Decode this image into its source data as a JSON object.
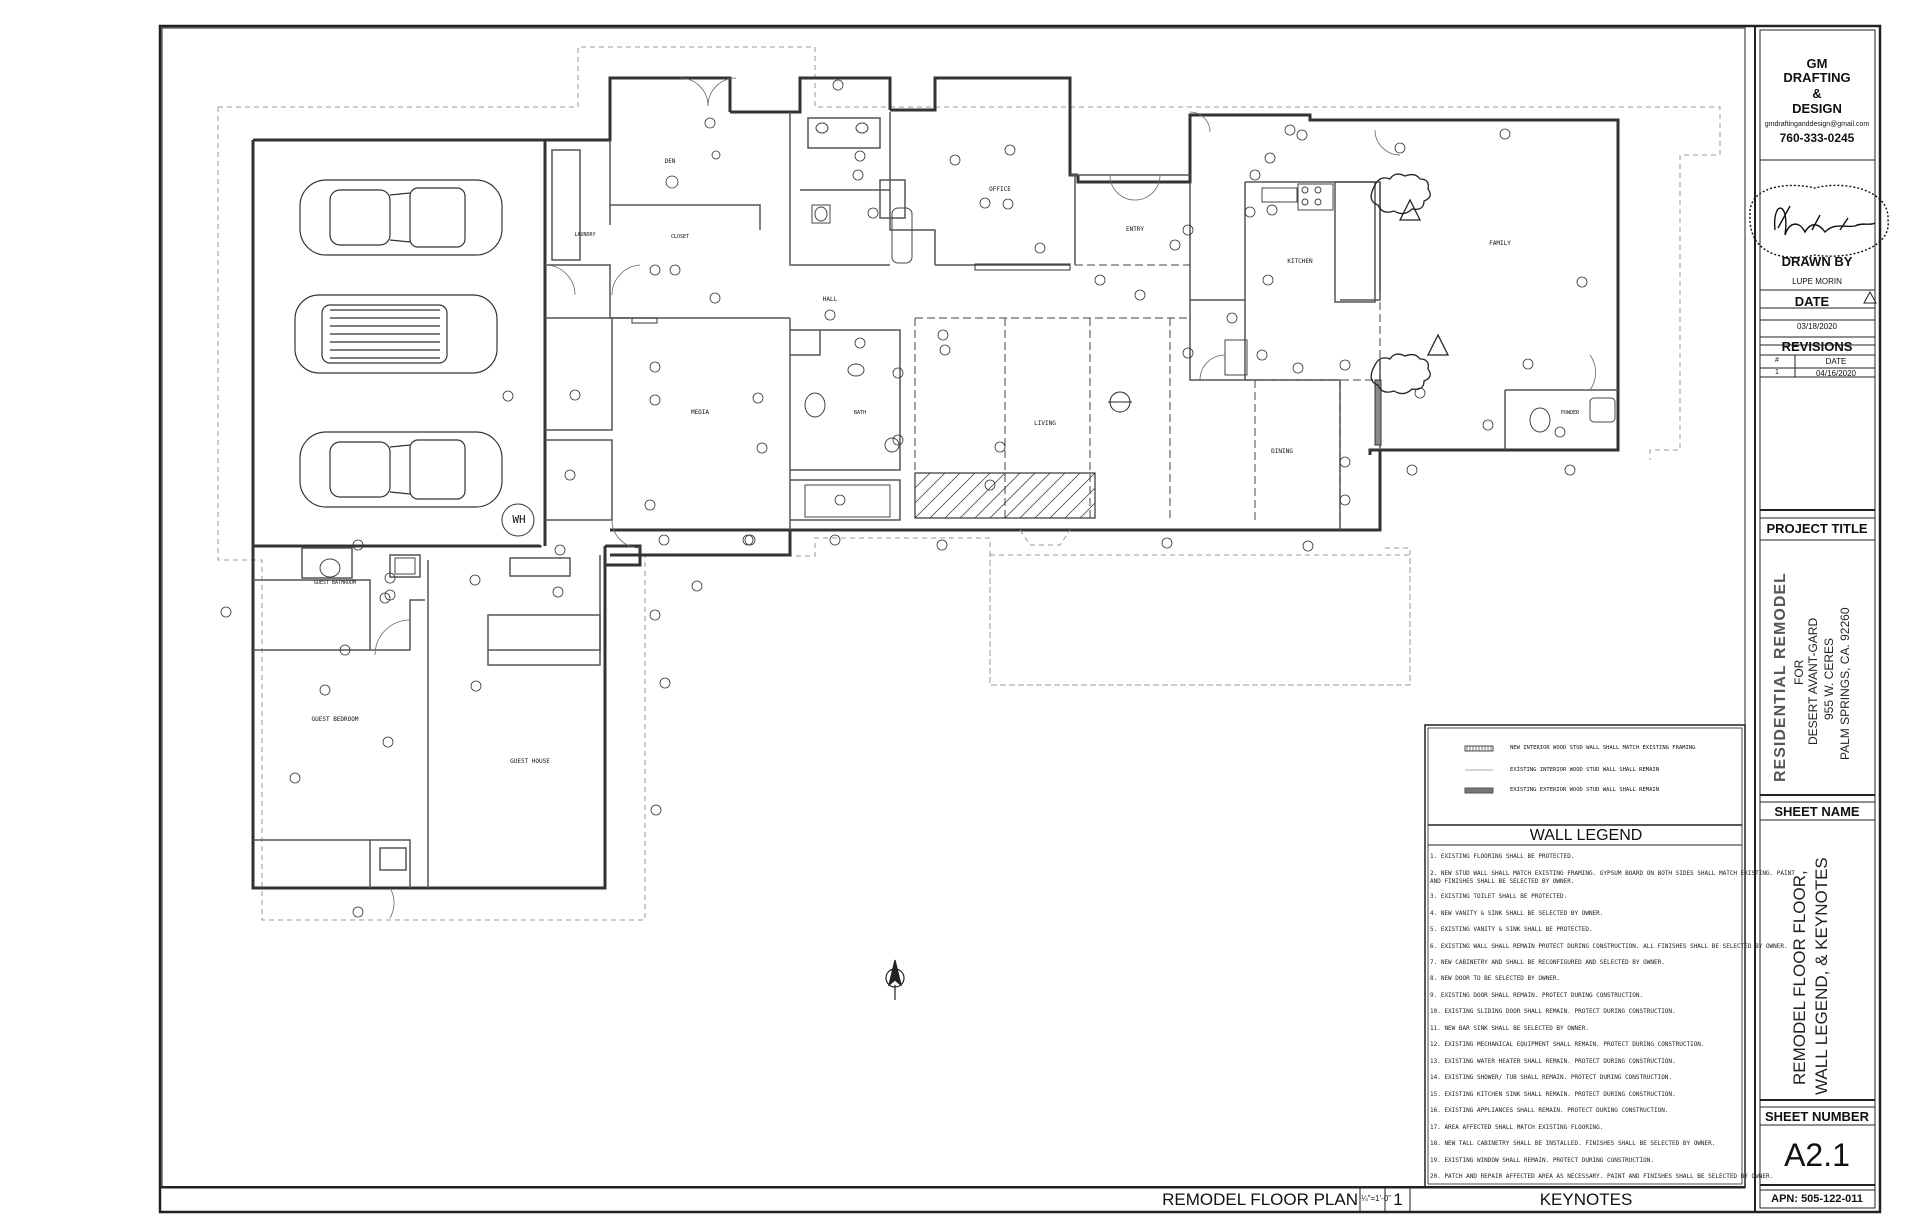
{
  "title_block": {
    "company_line1": "GM",
    "company_line2": "DRAFTING",
    "company_line3": "&",
    "company_line4": "DESIGN",
    "email": "gmdraftinganddesign@gmail.com",
    "phone": "760-333-0245",
    "drawn_by_label": "DRAWN BY",
    "drawn_by_value": "LUPE MORIN",
    "date_label": "DATE",
    "date_value": "03/18/2020",
    "revisions_label": "REVISIONS",
    "rev_col_num": "#",
    "rev_col_date": "DATE",
    "rev1_num": "1",
    "rev1_date": "04/16/2020",
    "project_title_label": "PROJECT TITLE",
    "project_line1": "RESIDENTIAL REMODEL",
    "project_line2": "FOR",
    "project_line3": "DESERT AVANT-GARD",
    "project_line4": "955 W. CERES",
    "project_line5": "PALM SPRINGS, CA. 92260",
    "sheet_name_label": "SHEET NAME",
    "sheet_name_line1": "REMODEL FLOOR FLOOR,",
    "sheet_name_line2": "WALL LEGEND, & KEYNOTES",
    "sheet_number_label": "SHEET NUMBER",
    "sheet_number": "A2.1",
    "apn": "APN: 505-122-011"
  },
  "footer": {
    "plan_title": "REMODEL FLOOR PLAN",
    "scale": "¼\"=1'-0\"",
    "detail_number": "1",
    "keynotes_title": "KEYNOTES"
  },
  "legend": {
    "title": "WALL LEGEND",
    "item1": "NEW INTERIOR WOOD STUD WALL SHALL MATCH EXISTING FRAMING",
    "item2": "EXISTING INTERIOR WOOD STUD WALL SHALL REMAIN",
    "item3": "EXISTING EXTERIOR WOOD STUD WALL SHALL REMAIN"
  },
  "keynotes": [
    "1.  EXISTING FLOORING SHALL BE PROTECTED.",
    "2.  NEW STUD WALL SHALL MATCH EXISTING FRAMING. GYPSUM BOARD ON BOTH SIDES SHALL MATCH EXISTING. PAINT",
    "    AND FINISHES SHALL BE SELECTED BY OWNER.",
    "3.  EXISTING TOILET SHALL BE PROTECTED.",
    "4.  NEW VANITY & SINK SHALL BE SELECTED BY OWNER.",
    "5.  EXISTING VANITY & SINK SHALL BE PROTECTED.",
    "6.  EXISTING WALL SHALL REMAIN PROTECT DURING CONSTRUCTION. ALL FINISHES SHALL BE SELECTED BY OWNER.",
    "7.  NEW CABINETRY AND SHALL BE RECONFIGURED AND SELECTED BY OWNER.",
    "8.  NEW DOOR TO BE SELECTED BY OWNER.",
    "9.  EXISTING DOOR SHALL REMAIN. PROTECT DURING CONSTRUCTION.",
    "10. EXISTING SLIDING DOOR SHALL REMAIN. PROTECT DURING CONSTRUCTION.",
    "11. NEW BAR SINK SHALL BE SELECTED BY OWNER.",
    "12. EXISTING MECHANICAL EQUIPMENT SHALL REMAIN. PROTECT DURING CONSTRUCTION.",
    "13. EXISTING WATER HEATER SHALL REMAIN. PROTECT DURING CONSTRUCTION.",
    "14. EXISTING SHOWER/ TUB SHALL REMAIN. PROTECT DURING CONSTRUCTION.",
    "15. EXISTING KITCHEN SINK SHALL REMAIN. PROTECT DURING CONSTRUCTION.",
    "16. EXISTING APPLIANCES SHALL REMAIN. PROTECT DURING CONSTRUCTION.",
    "17. AREA AFFECTED SHALL MATCH EXISTING FLOORING.",
    "18. NEW TALL CABINETRY SHALL BE INSTALLED. FINISHES SHALL BE SELECTED BY OWNER.",
    "19. EXISTING WINDOW SHALL REMAIN. PROTECT DURING CONSTRUCTION.",
    "20. PATCH AND REPAIR AFFECTED AREA AS NECESSARY. PAINT AND FINISHES SHALL BE SELECTED BY OWNER."
  ],
  "rooms": {
    "family": "FAMILY",
    "kitchen": "KITCHEN",
    "dining": "DINING",
    "living": "LIVING",
    "entry": "ENTRY",
    "office": "OFFICE",
    "den": "DEN",
    "media": "MEDIA",
    "hall": "HALL",
    "laundry": "LAUNDRY",
    "closet": "CLOSET",
    "guest_bath": "GUEST BATHROOM",
    "guest_bed": "GUEST BEDROOM",
    "guest_house": "GUEST HOUSE",
    "wh": "WH",
    "bath": "BATH",
    "powder": "POWDER"
  },
  "colors": {
    "line": "#333333",
    "light_line": "#888888",
    "revision_cloud": "#222222"
  }
}
